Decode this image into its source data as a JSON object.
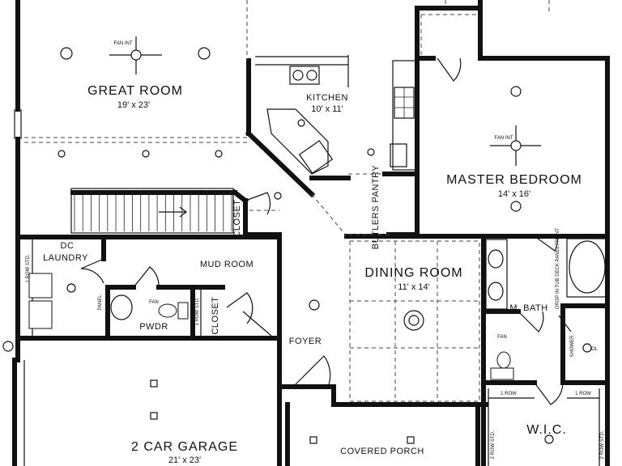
{
  "rooms": {
    "great_room": {
      "name": "GREAT ROOM",
      "size": "19' x 23'"
    },
    "kitchen": {
      "name": "KITCHEN",
      "size": "10' x 11'"
    },
    "master_bedroom": {
      "name": "MASTER BEDROOM",
      "size": "14' x 16'"
    },
    "dining_room": {
      "name": "DINING ROOM",
      "size": "11' x 14'"
    },
    "garage": {
      "name": "2 CAR GARAGE",
      "size": "21' x 23'"
    },
    "laundry": {
      "name": "LAUNDRY"
    },
    "mud_room": {
      "name": "MUD ROOM"
    },
    "powder": {
      "name": "PWDR"
    },
    "foyer": {
      "name": "FOYER"
    },
    "m_bath": {
      "name": "M. BATH"
    },
    "wic": {
      "name": "W.I.C."
    },
    "covered_porch": {
      "name": "COVERED PORCH"
    },
    "butlers_pantry": {
      "name": "BUTLERS PANTRY"
    }
  },
  "notes": {
    "closet": "CLOSET",
    "closet2": "CLOSET",
    "dc": "DC",
    "fan_int": "FAN INT",
    "fan": "FAN",
    "one_row_std": "1 ROW STD.",
    "two_row_std": "2 ROW STD.",
    "panel": "PANEL",
    "shower": "SHOWER",
    "one_row": "1 ROW",
    "drop_in_tub": "DROP IN TUB DECK PANEL FRONT",
    "ol": "OL"
  },
  "stairs": {
    "treads": 20,
    "direction": "up"
  }
}
